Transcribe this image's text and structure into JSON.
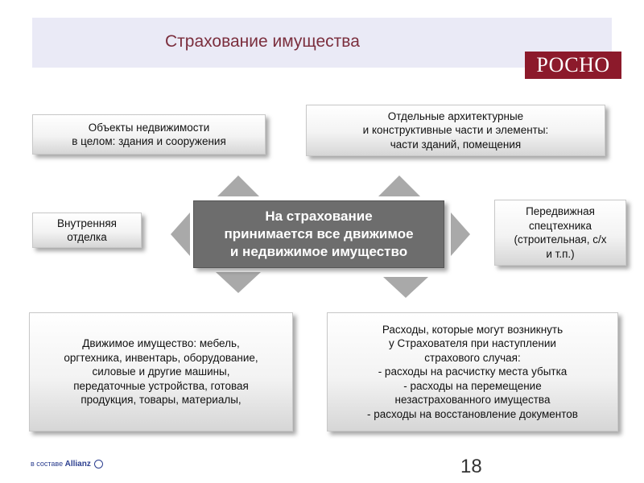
{
  "header": {
    "title": "Страхование имущества",
    "logo": "РОСНО"
  },
  "center": {
    "text": "На страхование\nпринимается все движимое\nи недвижимое имущество"
  },
  "boxes": {
    "real_estate": "Объекты недвижимости\nв целом: здания и сооружения",
    "architectural_parts": "Отдельные архитектурные\nи конструктивные части и элементы:\nчасти зданий,  помещения",
    "interior": "Внутренняя\nотделка",
    "mobile_equipment": "Передвижная\nспецтехника\n(строительная, с/х\nи т.п.)",
    "movable_property": "Движимое имущество: мебель,\nоргтехника, инвентарь, оборудование,\nсиловые и другие машины,\nпередаточные устройства, готовая\nпродукция, товары, материалы,",
    "expenses": "Расходы, которые могут возникнуть\nу Страхователя при наступлении\nстрахового случая:\n- расходы на расчистку места убытка\n- расходы на перемещение\nнезастрахованного имущества\n- расходы на восстановление документов"
  },
  "footer": {
    "brand_prefix": "в составе",
    "brand_name": "Allianz",
    "page_number": "18"
  },
  "colors": {
    "title": "#7b2e3d",
    "logo_bg": "#8c1a2b",
    "header_band": "#eaeaf6",
    "center_box": "#6d6d6d",
    "arrow": "#a9a9a9",
    "footer_brand": "#2b3e8f"
  }
}
